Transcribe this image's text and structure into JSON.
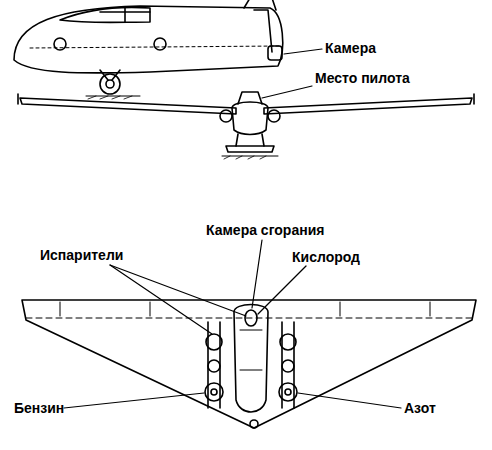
{
  "diagram": {
    "labels": [
      "Камера",
      "Место пилота",
      "Камера сгорания",
      "Испарители",
      "Кислород",
      "Бензин",
      "Азот"
    ]
  }
}
